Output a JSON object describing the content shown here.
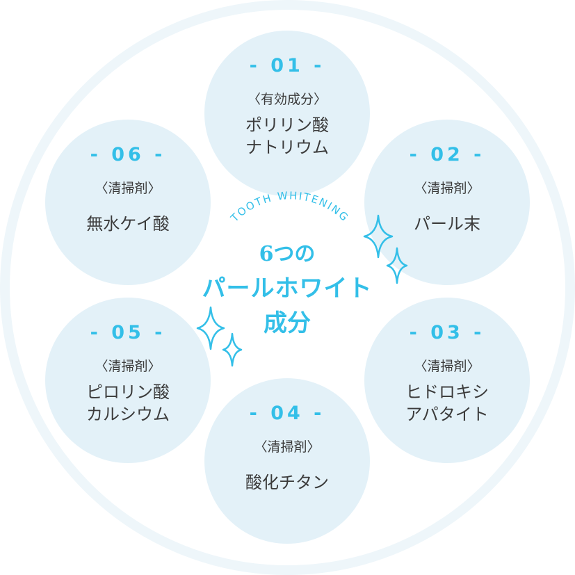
{
  "accent_color": "#33bfe8",
  "circle_color": "#e3f1f8",
  "ring_color": "#eef6fa",
  "center": {
    "arc_text": "TOOTH WHITENING",
    "line1": "6つの",
    "line2": "パールホワイト",
    "line3": "成分"
  },
  "ingredients": [
    {
      "num": "- 01 -",
      "category": "〈有効成分〉",
      "name": "ポリリン酸\nナトリウム"
    },
    {
      "num": "- 02 -",
      "category": "〈清掃剤〉",
      "name": "パール末"
    },
    {
      "num": "- 03 -",
      "category": "〈清掃剤〉",
      "name": "ヒドロキシ\nアパタイト"
    },
    {
      "num": "- 04 -",
      "category": "〈清掃剤〉",
      "name": "酸化チタン"
    },
    {
      "num": "- 05 -",
      "category": "〈清掃剤〉",
      "name": "ピロリン酸\nカルシウム"
    },
    {
      "num": "- 06 -",
      "category": "〈清掃剤〉",
      "name": "無水ケイ酸"
    }
  ]
}
